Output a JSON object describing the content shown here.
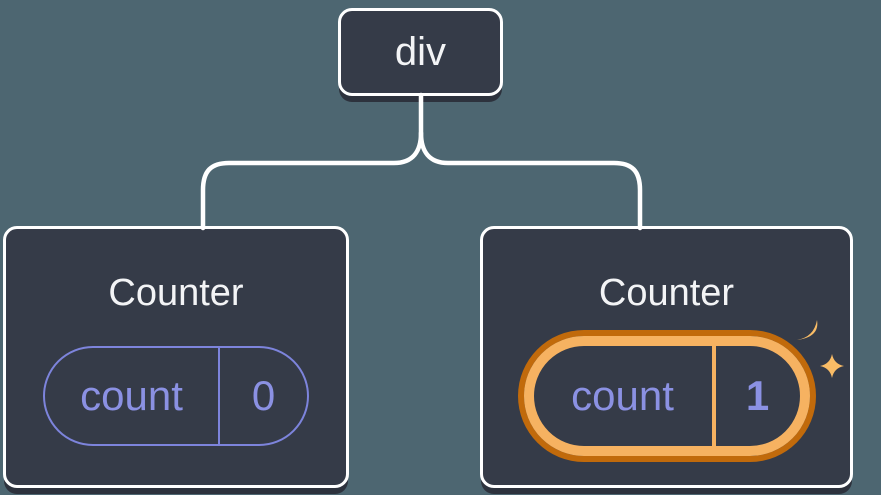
{
  "colors": {
    "background": "#4d6671",
    "boxFill": "#353b48",
    "boxBorder": "#ffffff",
    "boxShadow": "#2d323d",
    "line": "#ffffff",
    "purpleBorder": "#7d84dc",
    "purpleText": "#8b91e3",
    "orangeDark": "#c16a0b",
    "orangeLight": "#f6b261",
    "sparkle": "#f9bc66",
    "titleText": "#f3f4f6"
  },
  "tree": {
    "root": {
      "label": "div"
    },
    "children": [
      {
        "title": "Counter",
        "state": {
          "key": "count",
          "value": "0"
        },
        "highlighted": false
      },
      {
        "title": "Counter",
        "state": {
          "key": "count",
          "value": "1"
        },
        "highlighted": true
      }
    ]
  },
  "icons": {
    "sparkle": "four-pointed-sparkle-stars"
  }
}
